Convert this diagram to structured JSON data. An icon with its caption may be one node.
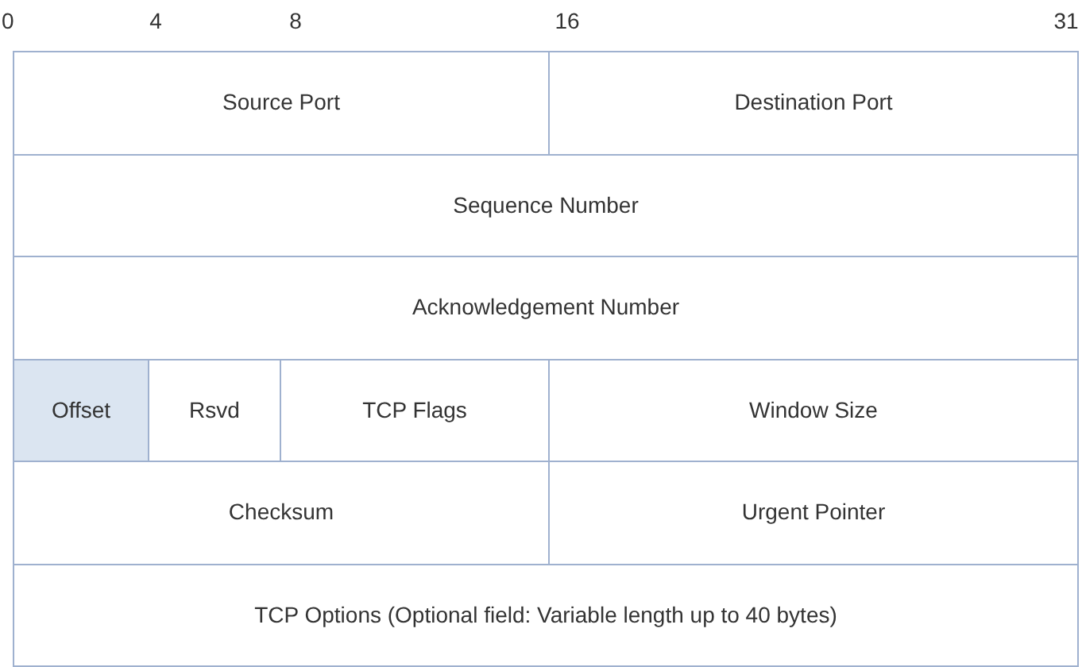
{
  "diagram": {
    "nodes": [
      {
        "text": [
          "Source Port"
        ]
      },
      {
        "text": [
          "Destination Port"
        ]
      },
      {
        "text": [
          "Sequence Number"
        ]
      },
      {
        "text": [
          "Acknowledgement Number"
        ]
      },
      {
        "text": [
          "Offset"
        ]
      },
      {
        "text": [
          "Rsvd"
        ]
      },
      {
        "text": [
          "TCP Flags"
        ]
      },
      {
        "text": [
          "Window Size"
        ]
      },
      {
        "text": [
          "Checksum"
        ]
      },
      {
        "text": [
          "Urgent Pointer"
        ]
      },
      {
        "text": [
          "TCP Options (Optional field: Variable length up to 40 bytes)"
        ]
      }
    ],
    "labels": [
      "0",
      "4",
      "8",
      "16",
      "31"
    ]
  }
}
